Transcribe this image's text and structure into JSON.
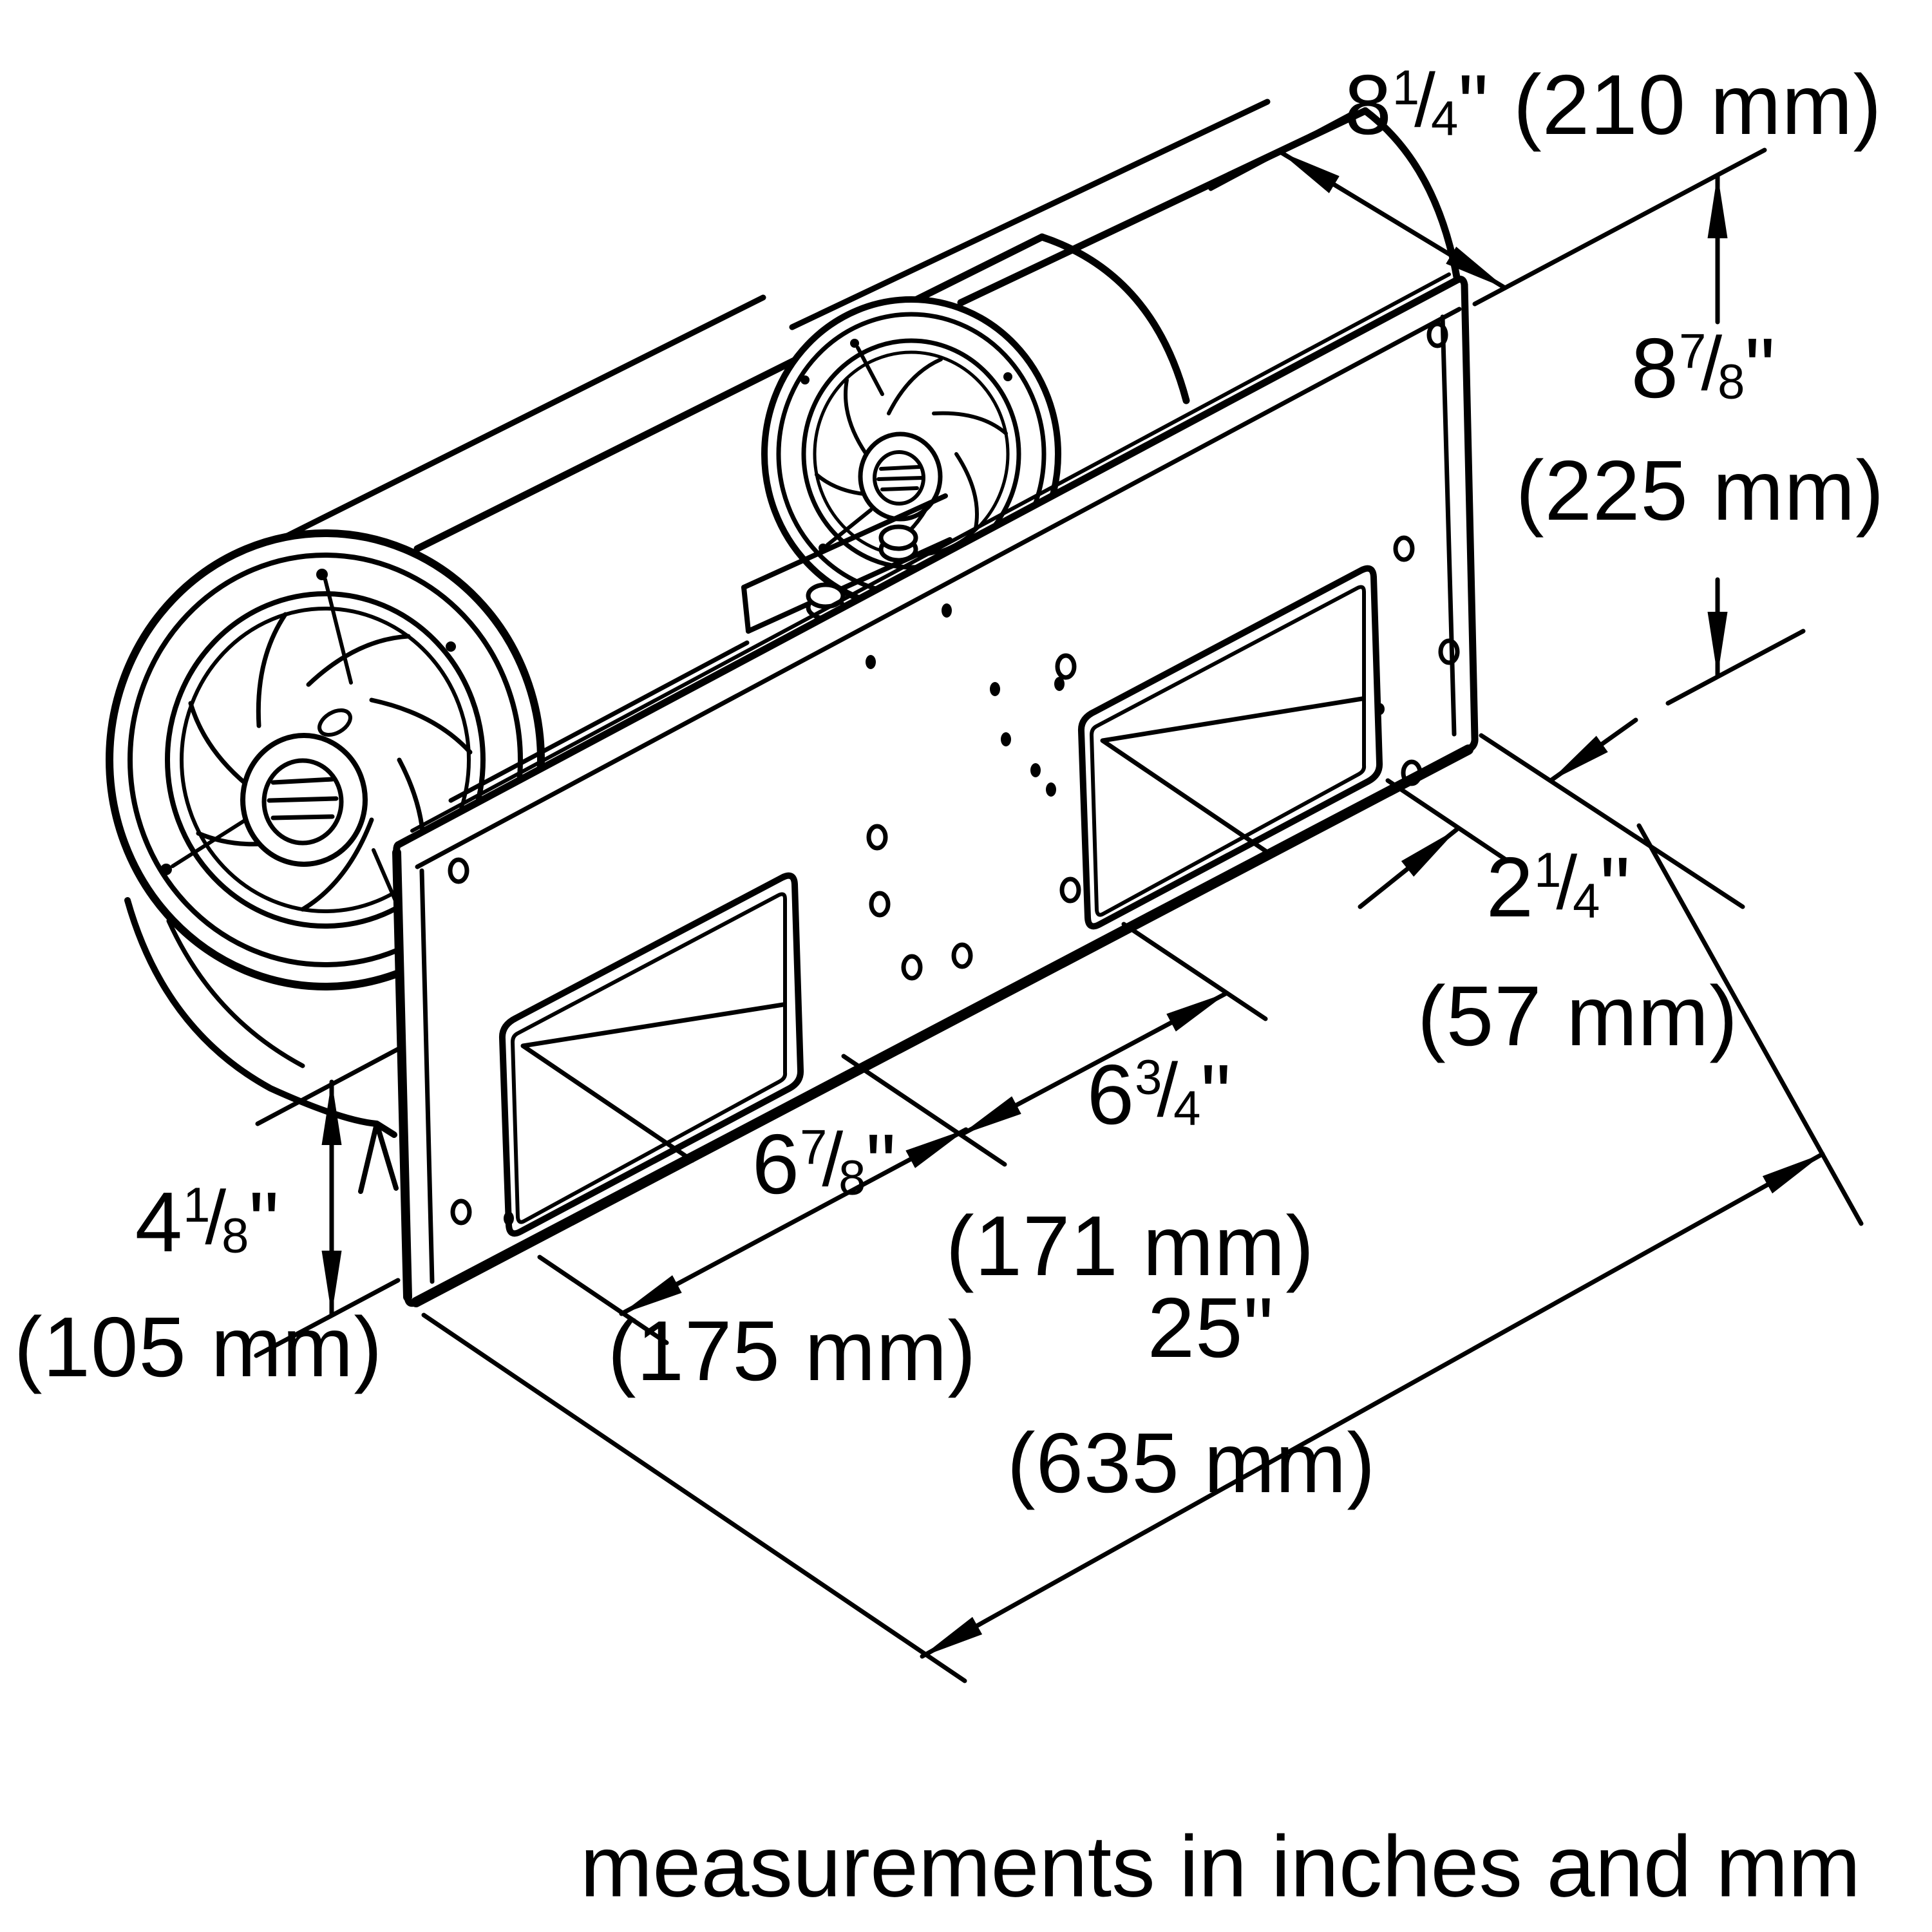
{
  "diagram": {
    "title_note": "measurements in inches and mm",
    "line_color": "#000000",
    "background_color": "#ffffff",
    "drawing_subject": "dual-blower ventilation assembly with mounting panel, two rectangular duct cutouts and screw holes, shown in perspective with dimension arrows",
    "dims": {
      "housing_depth": {
        "whole": "8",
        "num": "1",
        "den": "4",
        "unit": "\"",
        "mm": "(210 mm)"
      },
      "panel_height": {
        "whole": "8",
        "num": "7",
        "den": "8",
        "unit": "\"",
        "mm": "(225 mm)"
      },
      "edge_offset": {
        "whole": "2",
        "num": "1",
        "den": "4",
        "unit": "\"",
        "mm": "(57 mm)"
      },
      "cutout_gap": {
        "whole": "6",
        "num": "3",
        "den": "4",
        "unit": "\"",
        "mm": "(171 mm)"
      },
      "cutout_width": {
        "whole": "6",
        "num": "7",
        "den": "8",
        "unit": "\"",
        "mm": "(175 mm)"
      },
      "total_width": {
        "whole": "25",
        "num": "",
        "den": "",
        "unit": "\"",
        "mm": "(635 mm)"
      },
      "flange_height": {
        "whole": "4",
        "num": "1",
        "den": "8",
        "unit": "\"",
        "mm": "(105 mm)"
      }
    }
  }
}
